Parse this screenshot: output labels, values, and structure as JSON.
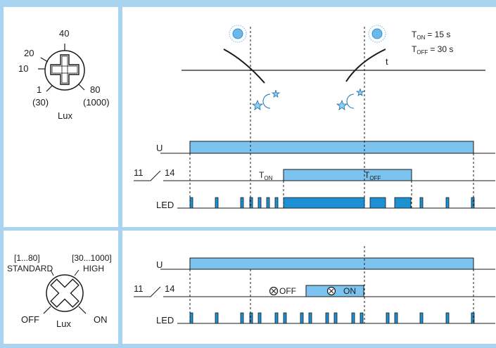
{
  "colors": {
    "frame": "#a9d4f1",
    "signal_light": "#7cc4ef",
    "signal_dark": "#1d8fd3",
    "sun": "#6bb8ea",
    "moon": "#8fd0f5",
    "line": "#1a1a1a"
  },
  "top_panel": {
    "dial": {
      "ticks": [
        "40",
        "20",
        "10",
        "1",
        "(30)",
        "80",
        "(1000)"
      ],
      "unit": "Lux"
    },
    "timing": {
      "ton_main": "T",
      "ton_sub": "ON",
      "ton_value": "= 15 s",
      "toff_main": "T",
      "toff_sub": "OFF",
      "toff_value": "= 30 s"
    },
    "time_axis_label": "t",
    "signals": {
      "u_label": "U",
      "contact_left": "11",
      "contact_right": "14",
      "ton_marker_main": "T",
      "ton_marker_sub": "ON",
      "toff_marker_main": "T",
      "toff_marker_sub": "OFF",
      "led_label": "LED"
    }
  },
  "bottom_panel": {
    "dial": {
      "left_range": "[1...80]",
      "left_mode": "STANDARD",
      "right_range": "[30...1000]",
      "right_mode": "HIGH",
      "off_label": "OFF",
      "on_label": "ON",
      "unit": "Lux"
    },
    "signals": {
      "u_label": "U",
      "contact_left": "11",
      "contact_right": "14",
      "off_text": "OFF",
      "on_text": "ON",
      "led_label": "LED"
    }
  }
}
